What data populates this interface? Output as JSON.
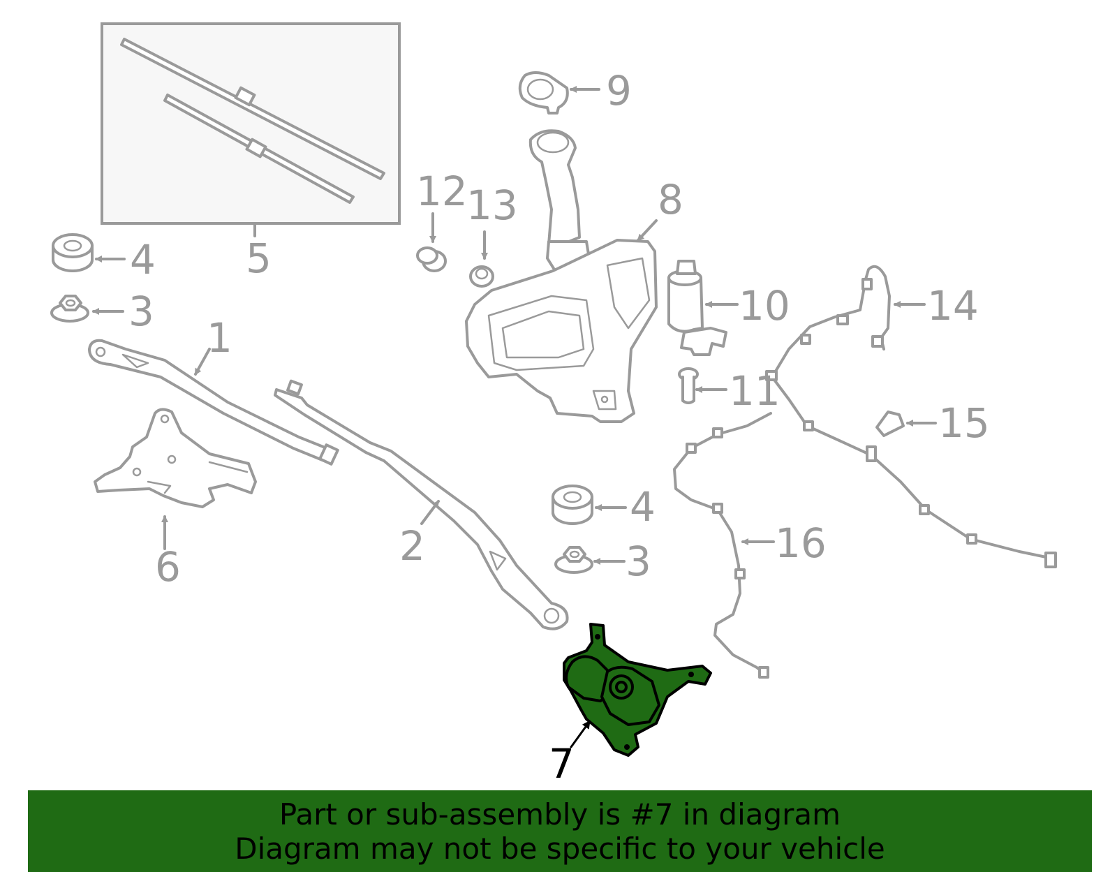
{
  "diagram": {
    "callouts": {
      "c1": "1",
      "c2": "2",
      "c3a": "3",
      "c3b": "3",
      "c4a": "4",
      "c4b": "4",
      "c5": "5",
      "c6": "6",
      "c7": "7",
      "c8": "8",
      "c9": "9",
      "c10": "10",
      "c11": "11",
      "c12": "12",
      "c13": "13",
      "c14": "14",
      "c15": "15",
      "c16": "16"
    },
    "highlight_color": "#1f6b14",
    "part_color": "#9a9a9a"
  },
  "footer": {
    "line1": "Part or sub-assembly is #7 in diagram",
    "line2": "Diagram may not be specific to your vehicle"
  }
}
